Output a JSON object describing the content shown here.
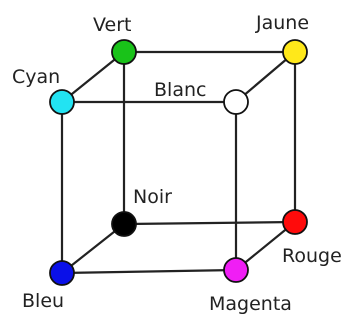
{
  "vertices": [
    {
      "id": "vert",
      "label": "Vert",
      "color": "#19c219"
    },
    {
      "id": "jaune",
      "label": "Jaune",
      "color": "#ffe81a"
    },
    {
      "id": "cyan",
      "label": "Cyan",
      "color": "#22e3f2"
    },
    {
      "id": "blanc",
      "label": "Blanc",
      "color": "#ffffff"
    },
    {
      "id": "noir",
      "label": "Noir",
      "color": "#000000"
    },
    {
      "id": "rouge",
      "label": "Rouge",
      "color": "#ff0b0b"
    },
    {
      "id": "bleu",
      "label": "Bleu",
      "color": "#0a10e8"
    },
    {
      "id": "magenta",
      "label": "Magenta",
      "color": "#f01ef5"
    }
  ]
}
